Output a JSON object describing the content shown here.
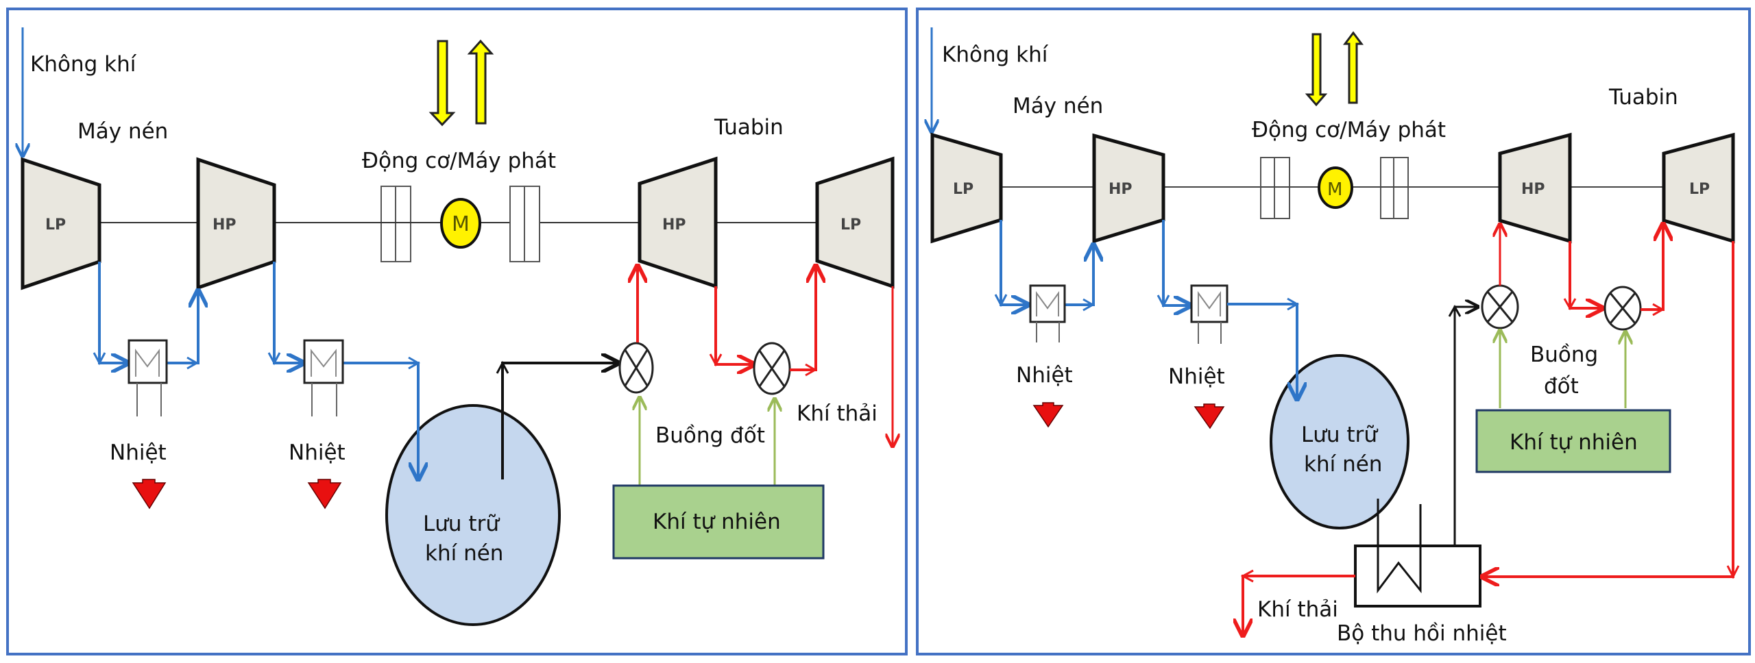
{
  "colors": {
    "panel_border": "#4472C4",
    "air_flow": "#2E75C8",
    "hot_gas": "#EE1C1C",
    "fuel_line": "#9BBB59",
    "compressed_air_out": "#111111",
    "machine_fill": "#E9E7DF",
    "storage_fill": "#C5D7EE",
    "natural_gas_fill": "#A9D18E",
    "natural_gas_border": "#1F3864",
    "motor_fill": "#FFF200",
    "heat_arrow": "#E81010",
    "power_arrow": "#FFFF00"
  },
  "panels": [
    {
      "id": "diabatic-caes",
      "labels": {
        "air_in": "Không khí",
        "compressor": "Máy nén",
        "motor_generator": "Động cơ/Máy phát",
        "turbine": "Tuabin",
        "heat_1": "Nhiệt",
        "heat_2": "Nhiệt",
        "storage_line1": "Lưu trữ",
        "storage_line2": "khí nén",
        "combustor": "Buồng đốt",
        "natural_gas": "Khí tự nhiên",
        "exhaust": "Khí thải",
        "motor_symbol": "M",
        "lp_compressor": "LP",
        "hp_compressor": "HP",
        "hp_turbine": "HP",
        "lp_turbine": "LP"
      }
    },
    {
      "id": "recuperated-caes",
      "labels": {
        "air_in": "Không khí",
        "compressor": "Máy nén",
        "motor_generator": "Động cơ/Máy phát",
        "turbine": "Tuabin",
        "heat_1": "Nhiệt",
        "heat_2": "Nhiệt",
        "storage_line1": "Lưu trữ",
        "storage_line2": "khí nén",
        "combustor_line1": "Buồng",
        "combustor_line2": "đốt",
        "natural_gas": "Khí tự nhiên",
        "exhaust": "Khí thải",
        "recuperator": "Bộ thu hồi nhiệt",
        "motor_symbol": "M",
        "lp_compressor": "LP",
        "hp_compressor": "HP",
        "hp_turbine": "HP",
        "lp_turbine": "LP"
      }
    }
  ]
}
